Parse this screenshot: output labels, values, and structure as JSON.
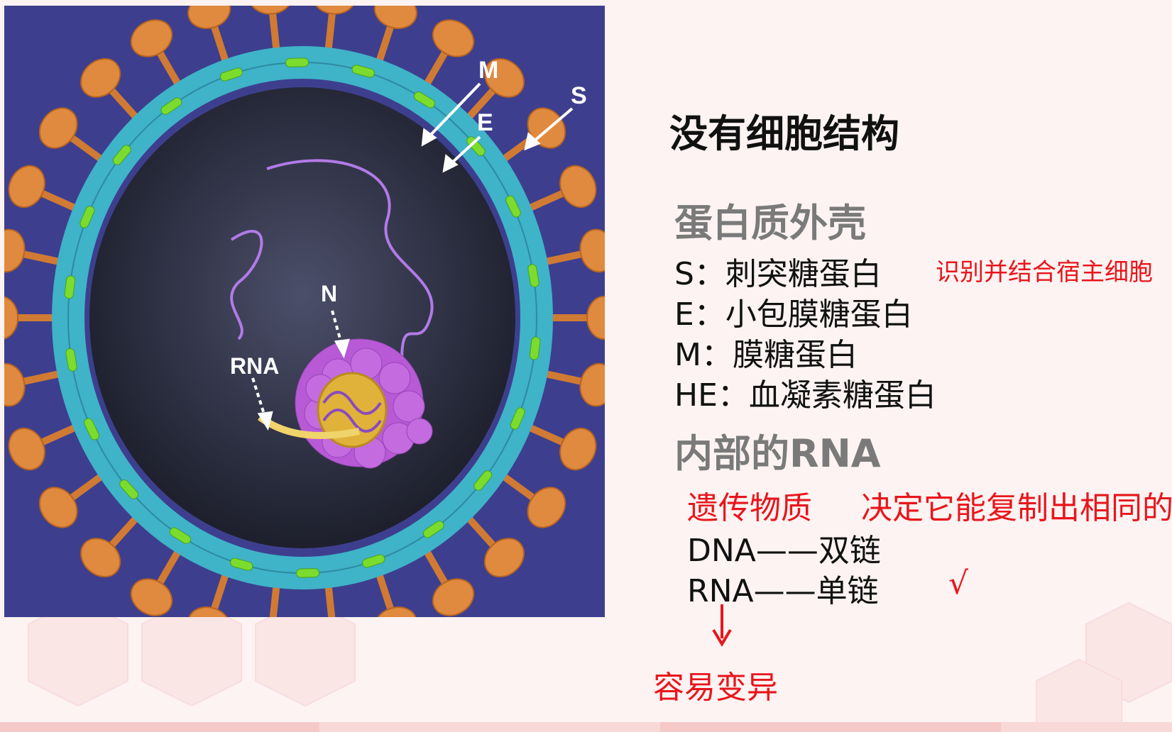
{
  "image": {
    "labels": {
      "m": "M",
      "e": "E",
      "s": "S",
      "n": "N",
      "rna": "RNA"
    }
  },
  "slide": {
    "title": "没有细胞结构",
    "protein_heading": "蛋白质外壳",
    "proteins": [
      {
        "text": "S：刺突糖蛋白"
      },
      {
        "text": "E：小包膜糖蛋白"
      },
      {
        "text": "M：膜糖蛋白"
      },
      {
        "text": "HE：血凝素糖蛋白"
      }
    ],
    "s_note": "识别并结合宿主细胞",
    "rna_heading": "内部的RNA",
    "genetic_note_1": "遗传物质",
    "genetic_note_2": "决定它能复制出相同的",
    "dna_line": "DNA——双链",
    "rna_line": "RNA——单链",
    "check_mark": "√",
    "mutation_note": "容易变异"
  },
  "colors": {
    "accent_red": "#e8161c",
    "heading_gray": "#7a7a7a",
    "background": "#fdf3f2",
    "image_background": "#3d3f8e"
  }
}
